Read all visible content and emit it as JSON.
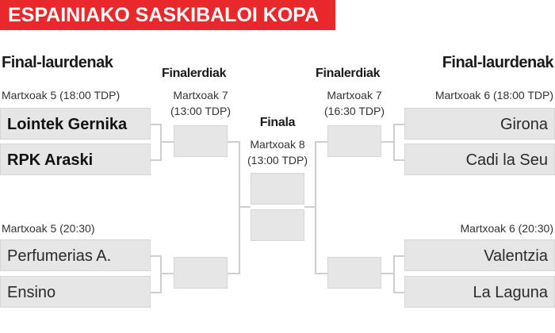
{
  "title": "ESPAINIAKO SASKIBALOI KOPA",
  "left": {
    "round_label": "Final-laurdenak",
    "match1": {
      "date": "Martxoak 5 (18:00 TDP)",
      "team1": "Lointek Gernika",
      "team2": "RPK Araski"
    },
    "match2": {
      "date": "Martxoak 5 (20:30)",
      "team1": "Perfumerias A.",
      "team2": "Ensino"
    },
    "semi": {
      "label": "Finalerdiak",
      "date_line1": "Martxoak 7",
      "date_line2": "(13:00 TDP)"
    }
  },
  "right": {
    "round_label": "Final-laurdenak",
    "match1": {
      "date": "Martxoak 6 (18:00 TDP)",
      "team1": "Girona",
      "team2": "Cadi la Seu"
    },
    "match2": {
      "date": "Martxoak 6 (20:30)",
      "team1": "Valentzia",
      "team2": "La Laguna"
    },
    "semi": {
      "label": "Finalerdiak",
      "date_line1": "Martxoak 7",
      "date_line2": "(16:30 TDP)"
    }
  },
  "final": {
    "label": "Finala",
    "date_line1": "Martxoak 8",
    "date_line2": "(13:00 TDP)"
  }
}
